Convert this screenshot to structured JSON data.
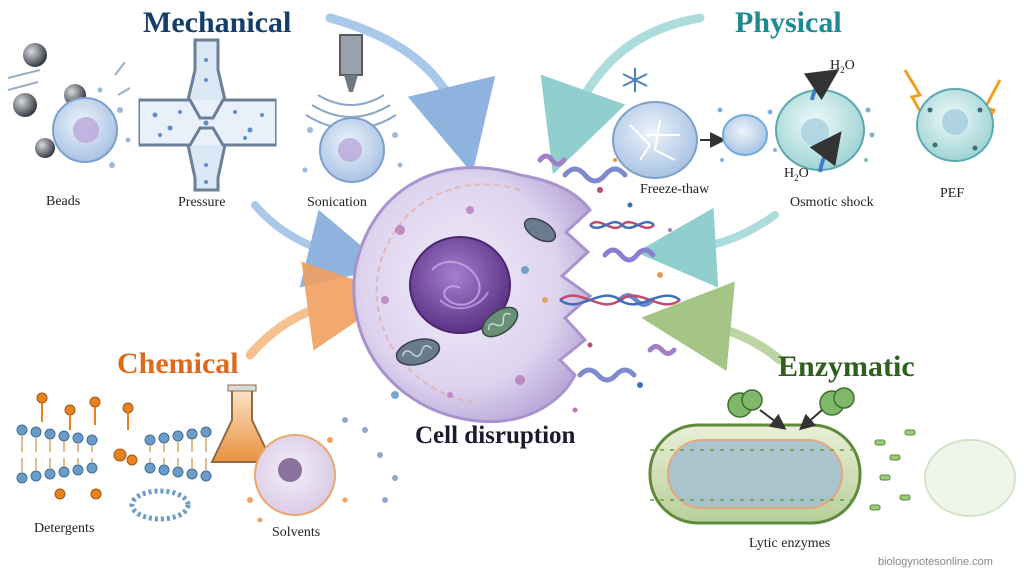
{
  "center": {
    "title": "Cell disruption"
  },
  "categories": {
    "mechanical": {
      "label": "Mechanical",
      "color": "#143d6b"
    },
    "physical": {
      "label": "Physical",
      "color": "#1d8a91"
    },
    "chemical": {
      "label": "Chemical",
      "color": "#e06a1c"
    },
    "enzymatic": {
      "label": "Enzymatic",
      "color": "#2f5e1f"
    }
  },
  "methods": {
    "beads": "Beads",
    "pressure": "Pressure",
    "sonication": "Sonication",
    "freeze_thaw": "Freeze-thaw",
    "osmotic_shock": "Osmotic shock",
    "pef": "PEF",
    "detergents": "Detergents",
    "solvents": "Solvents",
    "lytic_enzymes": "Lytic enzymes"
  },
  "osmotic": {
    "h2o_top": "H",
    "h2o_bottom": "H",
    "sub": "2",
    "o": "O"
  },
  "watermark": "biologynotesonline.com",
  "colors": {
    "cell_membrane": "#cfc2e6",
    "nucleus": "#7a4fa8",
    "arrow_mechanical": "#7aa6d9",
    "arrow_physical": "#7ec7c7",
    "arrow_chemical": "#f0a060",
    "arrow_enzymatic": "#9bbf7a"
  }
}
